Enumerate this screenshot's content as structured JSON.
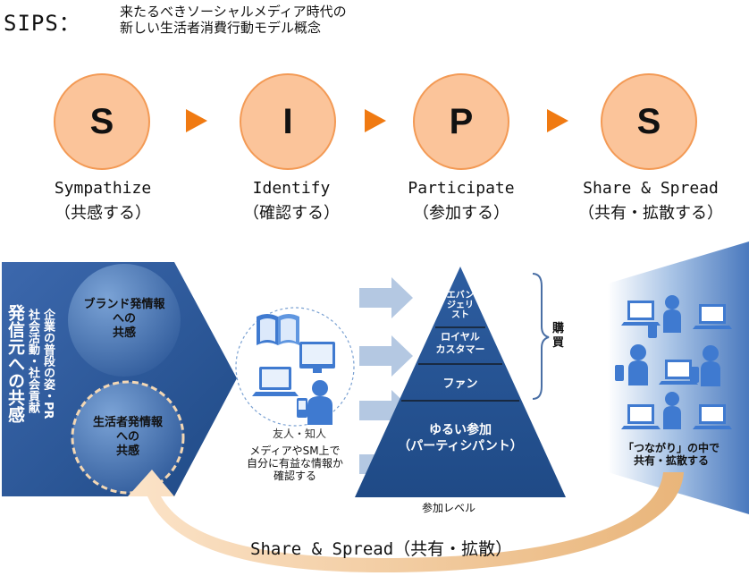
{
  "header": {
    "title": "SIPS：",
    "subtitle": "来たるべきソーシャルメディア時代の\n新しい生活者消費行動モデル概念"
  },
  "steps": [
    {
      "letter": "S",
      "en": "Sympathize",
      "ja": "（共感する）"
    },
    {
      "letter": "I",
      "en": "Identify",
      "ja": "（確認する）"
    },
    {
      "letter": "P",
      "en": "Participate",
      "ja": "（参加する）"
    },
    {
      "letter": "S",
      "en": "Share & Spread",
      "ja": "（共有・拡散する）"
    }
  ],
  "left_panel": {
    "source_label": "発信元への共感",
    "activity_label": "企業の普段の姿・PR\n社会活動・社会貢献",
    "bubble_brand": "ブランド発情報\nへの\n共感",
    "bubble_consumer": "生活者発情報\nへの\n共感"
  },
  "middle": {
    "friends_label": "友人・知人",
    "identify_text": "メディアやSM上で\n自分に有益な情報か\n確認する"
  },
  "pyramid": {
    "levels": [
      "エバン\nジェリ\nスト",
      "ロイヤル\nカスタマー",
      "ファン",
      "ゆるい参加\n（パーティシパント）"
    ],
    "purchase_label": "購\n買",
    "axis_label": "参加レベル"
  },
  "right_panel": {
    "caption": "「つながり」の中で\n共有・拡散する"
  },
  "bottom": {
    "share_label": "Share & Spread（共有・拡散）"
  },
  "colors": {
    "circle_fill": "#fbc49a",
    "arrow_orange": "#f07a12",
    "blue_dark": "#2f5a9a",
    "light_arrow": "#b4c8e2",
    "share_arc": "#f5c58e"
  }
}
